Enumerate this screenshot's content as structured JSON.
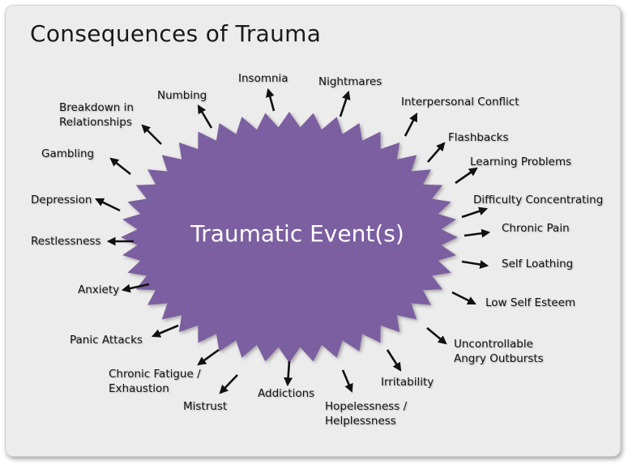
{
  "title": "Consequences of Trauma",
  "center": {
    "label": "Traumatic Event(s)",
    "fill": "#7b5fa0"
  },
  "consequences": [
    "Insomnia",
    "Nightmares",
    "Interpersonal Conflict",
    "Flashbacks",
    "Learning Problems",
    "Difficulty Concentrating",
    "Chronic Pain",
    "Self Loathing",
    "Low Self Esteem",
    "Uncontrollable\nAngry Outbursts",
    "Irritability",
    "Hopelessness /\nHelplessness",
    "Addictions",
    "Mistrust",
    "Chronic Fatigue /\nExhaustion",
    "Panic Attacks",
    "Anxiety",
    "Restlessness",
    "Depression",
    "Gambling",
    "Breakdown in\nRelationships",
    "Numbing"
  ],
  "colors": {
    "arrow": "#111111",
    "background": "#ececec",
    "text": "#111111"
  }
}
